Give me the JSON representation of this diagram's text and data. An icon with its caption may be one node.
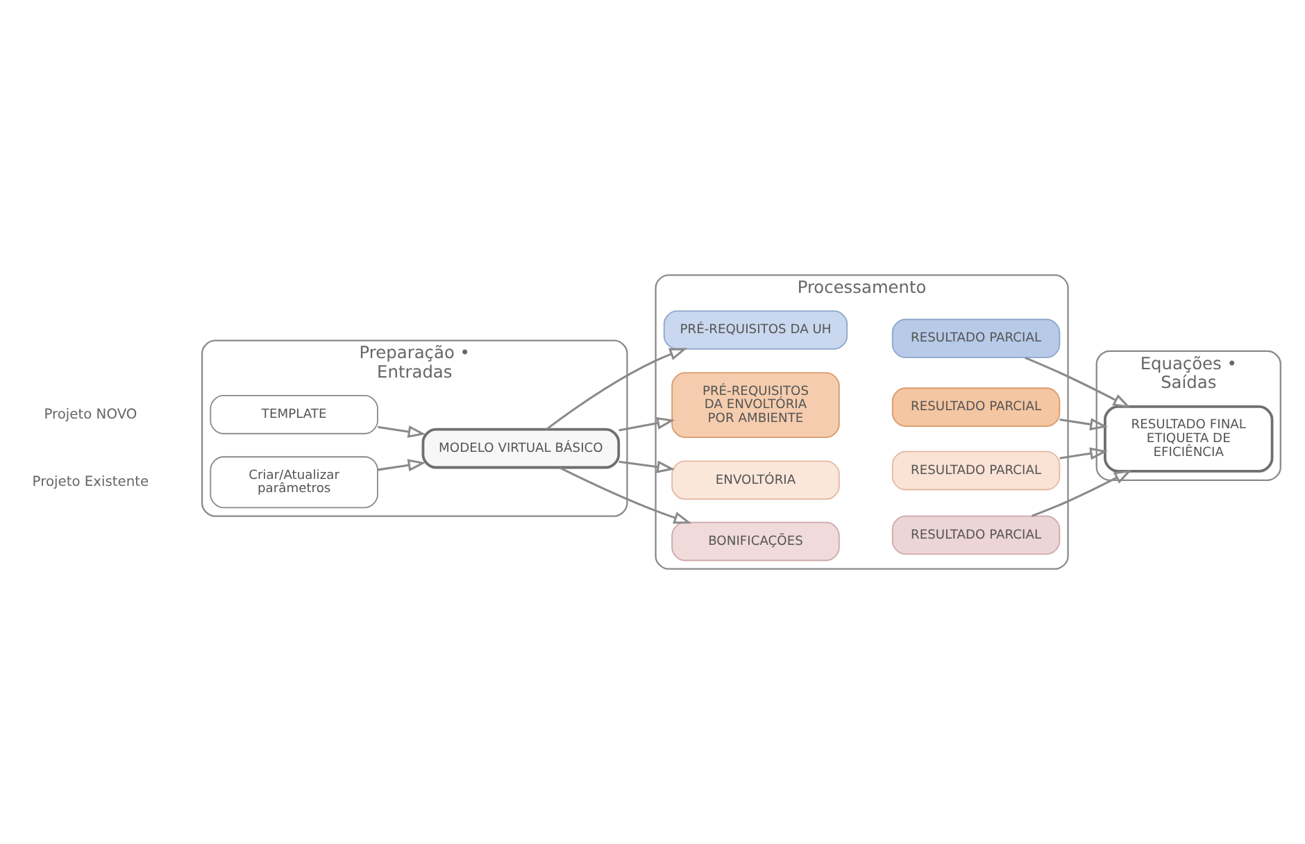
{
  "diagram": {
    "nodes": [
      {
        "text": [
          "Preparação • Entradas"
        ]
      },
      {
        "text": [
          "TEMPLATE"
        ],
        "in": 0
      },
      {
        "text": [
          "Criar/Atualizar parâmetros"
        ],
        "in": 0
      },
      {
        "text": [
          "MODELO VIRTUAL BÁSICO"
        ],
        "in": 0
      },
      {
        "text": [
          "Processamento"
        ]
      },
      {
        "text": [
          "PRÉ-REQUISITOS DA UH"
        ],
        "in": 4
      },
      {
        "text": [
          "RESULTADO PARCIAL"
        ],
        "in": 4
      },
      {
        "text": [
          "PRÉ-REQUISITOS DA ENVOLTÓRIA POR AMBIENTE"
        ],
        "in": 4
      },
      {
        "text": [
          "RESULTADO PARCIAL"
        ],
        "in": 4
      },
      {
        "text": [
          "ENVOLTÓRIA"
        ],
        "in": 4
      },
      {
        "text": [
          "RESULTADO PARCIAL"
        ],
        "in": 4
      },
      {
        "text": [
          "BONIFICAÇÕES"
        ],
        "in": 4
      },
      {
        "text": [
          "RESULTADO PARCIAL"
        ],
        "in": 4
      },
      {
        "text": [
          "Equações • Saídas"
        ]
      },
      {
        "text": [
          "RESULTADO FINAL ETIQUETA DE EFICIÊNCIA"
        ],
        "in": 13
      }
    ],
    "edges": [
      {
        "from": 1,
        "to": 3,
        "arrow": "to"
      },
      {
        "from": 2,
        "to": 3,
        "arrow": "to"
      },
      {
        "from": 3,
        "to": 5,
        "arrow": "to"
      },
      {
        "from": 3,
        "to": 7,
        "arrow": "to"
      },
      {
        "from": 3,
        "to": 9,
        "arrow": "to"
      },
      {
        "from": 3,
        "to": 11,
        "arrow": "to"
      },
      {
        "from": 6,
        "to": 14,
        "arrow": "to"
      },
      {
        "from": 8,
        "to": 14,
        "arrow": "to"
      },
      {
        "from": 10,
        "to": 14,
        "arrow": "to"
      },
      {
        "from": 12,
        "to": 14,
        "arrow": "to"
      }
    ],
    "labels": [
      "Projeto NOVO",
      "Projeto Existente"
    ]
  }
}
